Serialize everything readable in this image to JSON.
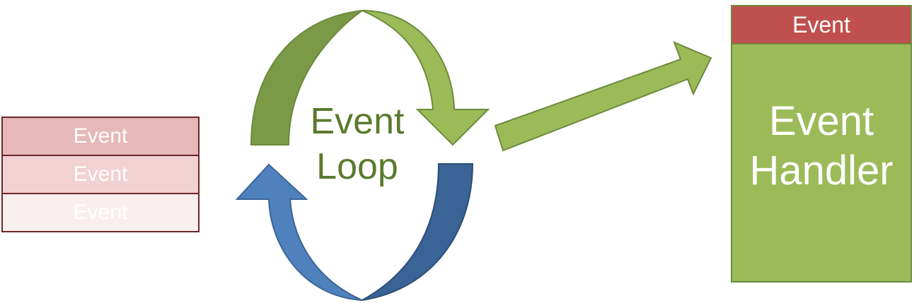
{
  "queue": {
    "items": [
      {
        "label": "Event",
        "fill": "#e6b9b8",
        "text_color": "#ffffff"
      },
      {
        "label": "Event",
        "fill": "#f2d1d2",
        "text_color": "#ffffff"
      },
      {
        "label": "Event",
        "fill": "#f9efef",
        "text_color": "#ffffff"
      }
    ]
  },
  "loop": {
    "label_line1": "Event",
    "label_line2": "Loop",
    "colors": {
      "green_dark": "#7a9a48",
      "green_light": "#9bbb59",
      "blue_dark": "#3a6396",
      "blue_light": "#4f81bd"
    }
  },
  "handler": {
    "header": "Event",
    "body_line1": "Event",
    "body_line2": "Handler",
    "header_color": "#c0504d",
    "body_color": "#9bbb59"
  }
}
